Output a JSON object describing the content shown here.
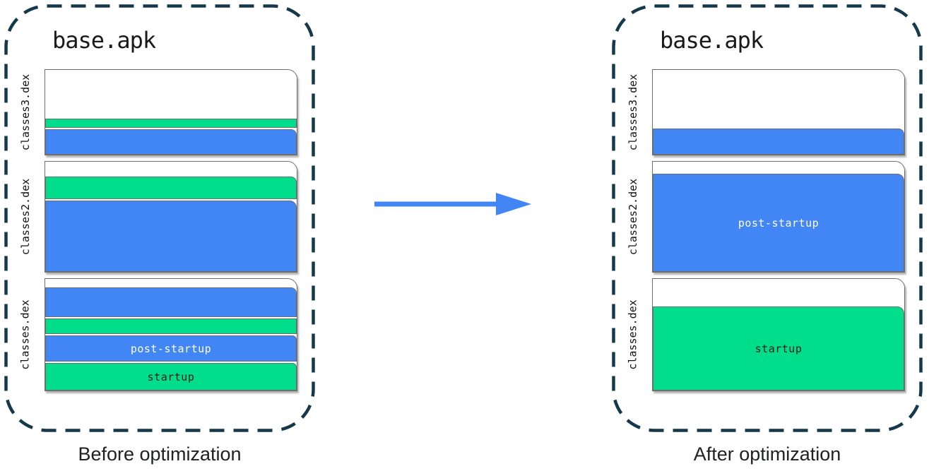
{
  "colors": {
    "blue": "#4285F4",
    "green": "#00DE8C",
    "outline": "#16384B",
    "file_border": "#6E6E6E",
    "arrow": "#4285F4",
    "band_text_light": "#FFFFFF",
    "band_text_dark": "#1B1B1B"
  },
  "icons": {
    "transform_arrow": "arrow-right-icon"
  },
  "before": {
    "title": "base.apk",
    "caption": "Before optimization",
    "files": [
      {
        "label": "classes3.dex",
        "height": 122,
        "segments": [
          {
            "color": "white"
          },
          {
            "color": "green",
            "h": 13
          },
          {
            "color": "blue",
            "h": 36,
            "tr": 8
          }
        ]
      },
      {
        "label": "classes2.dex",
        "height": 158,
        "segments": [
          {
            "color": "white"
          },
          {
            "color": "green",
            "h": 32,
            "tr": 8
          },
          {
            "color": "blue",
            "h": 101,
            "tr": 10
          }
        ]
      },
      {
        "label": "classes.dex",
        "height": 160,
        "segments": [
          {
            "color": "white"
          },
          {
            "color": "blue",
            "h": 42,
            "tr": 8
          },
          {
            "color": "green",
            "h": 22
          },
          {
            "color": "blue",
            "h": 37,
            "tr": 6,
            "text": "post-startup",
            "text_color": "light"
          },
          {
            "color": "green",
            "h": 39,
            "tr": 6,
            "text": "startup",
            "text_color": "dark"
          }
        ]
      }
    ]
  },
  "after": {
    "title": "base.apk",
    "caption": "After optimization",
    "files": [
      {
        "label": "classes3.dex",
        "height": 122,
        "segments": [
          {
            "color": "white"
          },
          {
            "color": "blue",
            "h": 37,
            "tr": 8
          }
        ]
      },
      {
        "label": "classes2.dex",
        "height": 158,
        "segments": [
          {
            "color": "white"
          },
          {
            "color": "blue",
            "h": 139,
            "tr": 10,
            "text": "post-startup",
            "text_color": "light"
          }
        ]
      },
      {
        "label": "classes.dex",
        "height": 160,
        "segments": [
          {
            "color": "white"
          },
          {
            "color": "green",
            "h": 119,
            "tr": 10,
            "text": "startup",
            "text_color": "dark"
          }
        ]
      }
    ]
  }
}
